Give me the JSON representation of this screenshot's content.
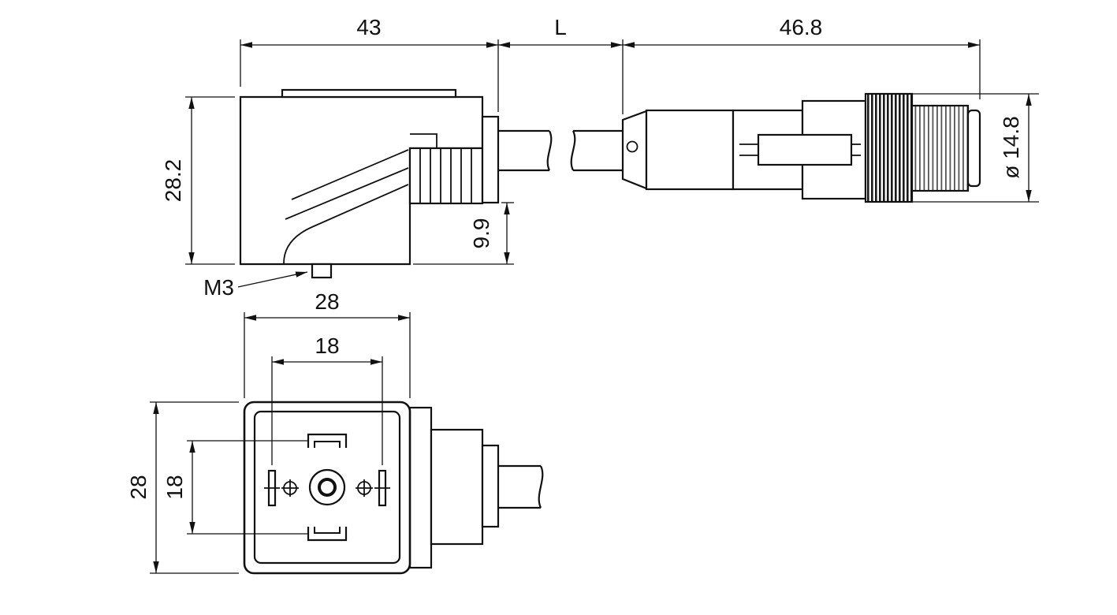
{
  "drawing": {
    "side_view": {
      "depth": "43",
      "height": "28.2",
      "cable_outlet_offset": "9.9",
      "screw": "M3"
    },
    "cable": {
      "length": "L"
    },
    "connector": {
      "length": "46.8",
      "diameter": "ø 14.8"
    },
    "front_view": {
      "width": "28",
      "contact_spacing_width": "18",
      "height": "28",
      "contact_spacing_height": "18"
    },
    "colors": {
      "line": "#111111",
      "background": "#ffffff"
    }
  }
}
